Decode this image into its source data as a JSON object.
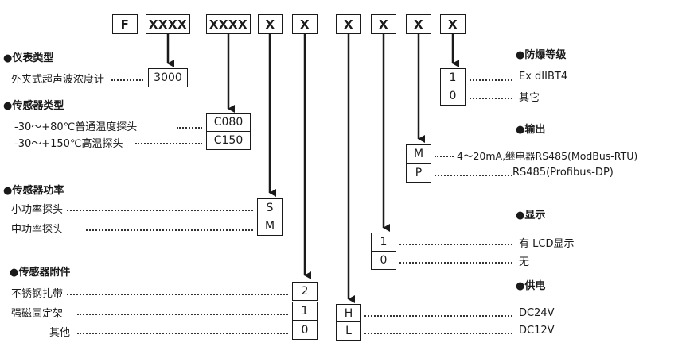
{
  "codes": [
    "F",
    "XXXX",
    "XXXX",
    "X",
    "X",
    "X",
    "X",
    "X",
    "X"
  ],
  "sections": {
    "instrument_type": {
      "title": "●仪表类型",
      "items": [
        {
          "label": "外夹式超声波浓度计",
          "code": "3000"
        }
      ]
    },
    "sensor_type": {
      "title": "●传感器类型",
      "items": [
        {
          "label": "-30～+80℃普通温度探头",
          "code": "C080"
        },
        {
          "label": "-30～+150℃高温探头",
          "code": "C150"
        }
      ]
    },
    "sensor_power": {
      "title": "●传感器功率",
      "items": [
        {
          "label": "小功率探头",
          "code": "S"
        },
        {
          "label": "中功率探头",
          "code": "M"
        }
      ]
    },
    "sensor_accessory": {
      "title": "●传感器附件",
      "items": [
        {
          "label": "不锈钢扎带",
          "code": "2"
        },
        {
          "label": "强磁固定架",
          "code": "1"
        },
        {
          "label": "其他",
          "code": "0"
        }
      ]
    },
    "power_supply": {
      "title": "●供电",
      "items": [
        {
          "code": "H",
          "label": "DC24V"
        },
        {
          "code": "L",
          "label": "DC12V"
        }
      ]
    },
    "display": {
      "title": "●显示",
      "items": [
        {
          "code": "1",
          "label": "有 LCD显示"
        },
        {
          "code": "0",
          "label": "无"
        }
      ]
    },
    "output": {
      "title": "●输出",
      "items": [
        {
          "code": "M",
          "label": "4～20mA,继电器RS485(ModBus-RTU)"
        },
        {
          "code": "P",
          "label": "RS485(Profibus-DP)"
        }
      ]
    },
    "explosion_proof": {
      "title": "●防爆等级",
      "items": [
        {
          "code": "1",
          "label": "Ex dIIBT4"
        },
        {
          "code": "0",
          "label": "其它"
        }
      ]
    }
  },
  "colors": {
    "line": "#1a1a1a"
  }
}
